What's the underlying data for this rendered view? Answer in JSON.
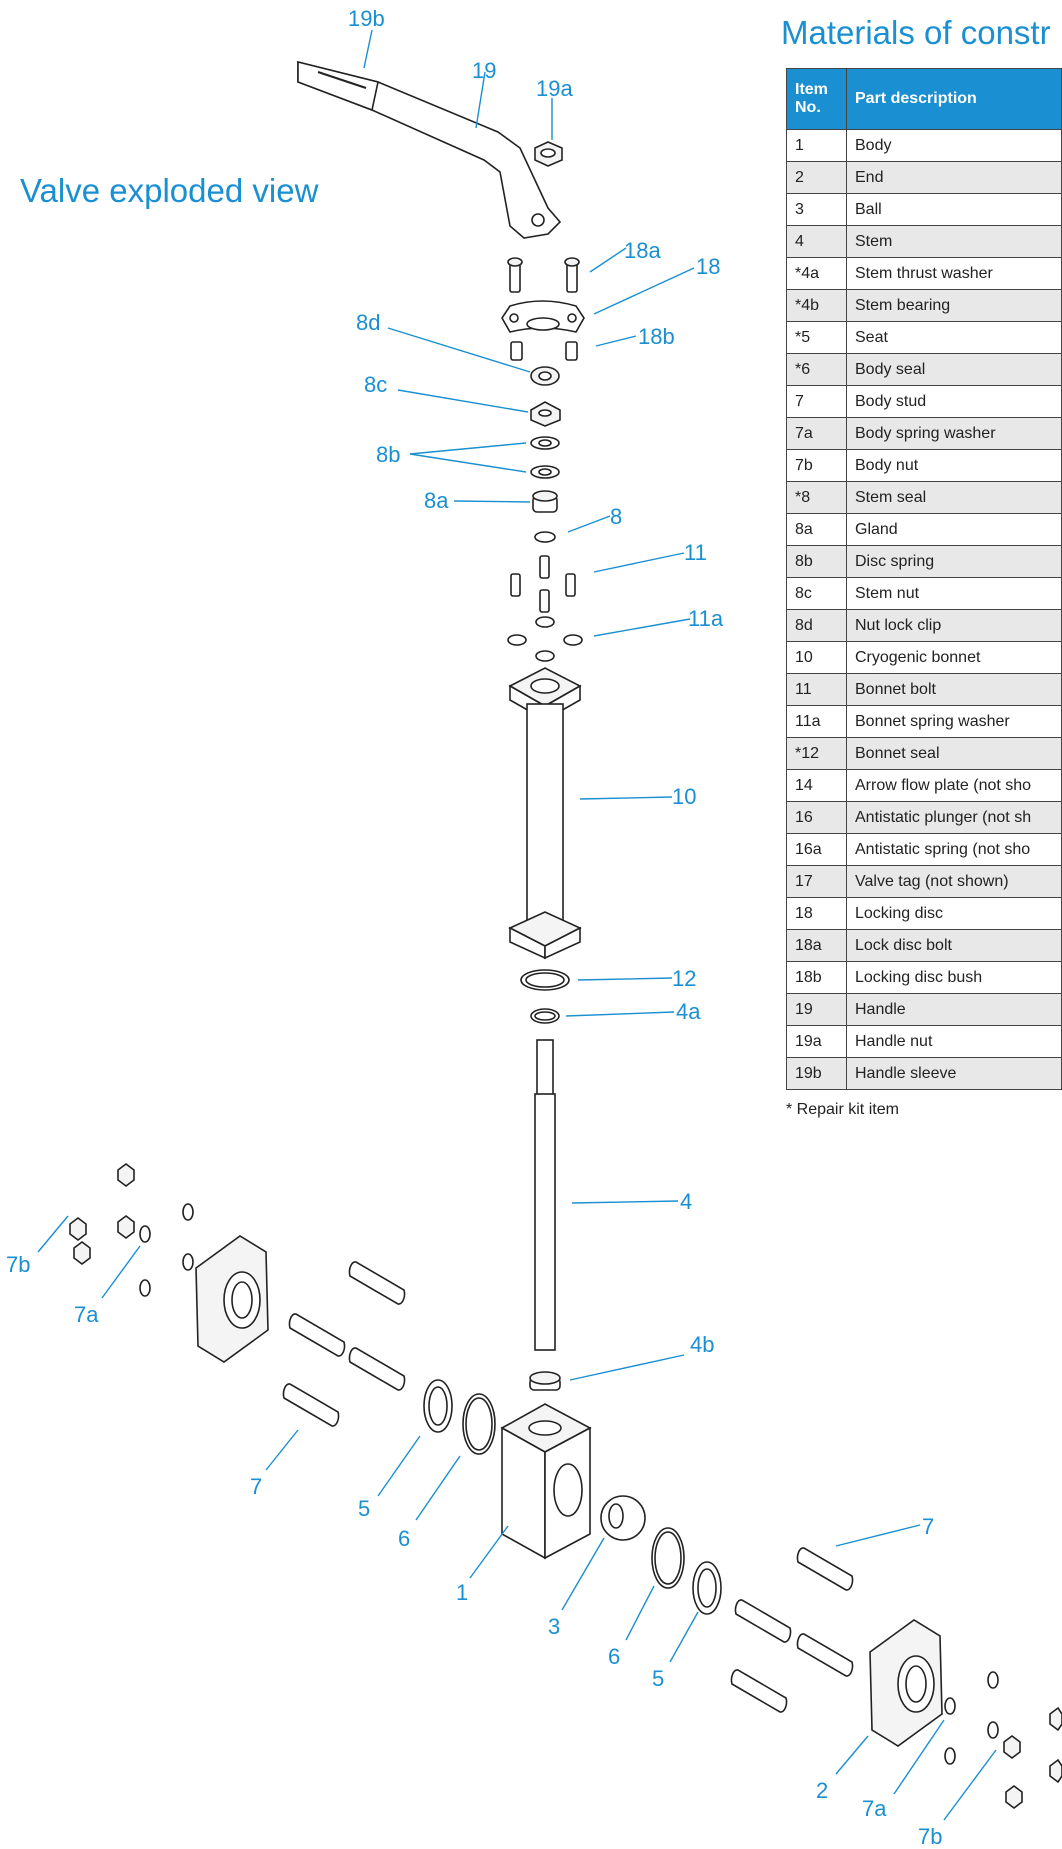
{
  "titles": {
    "diagram": "Valve exploded view",
    "materials": "Materials of constr"
  },
  "table": {
    "headers": {
      "item_no": "Item No.",
      "part_description": "Part description"
    },
    "rows": [
      {
        "no": "1",
        "desc": "Body"
      },
      {
        "no": "2",
        "desc": "End"
      },
      {
        "no": "3",
        "desc": "Ball"
      },
      {
        "no": "4",
        "desc": "Stem"
      },
      {
        "no": "*4a",
        "desc": "Stem thrust washer"
      },
      {
        "no": "*4b",
        "desc": "Stem bearing"
      },
      {
        "no": "*5",
        "desc": "Seat"
      },
      {
        "no": "*6",
        "desc": "Body seal"
      },
      {
        "no": "7",
        "desc": "Body stud"
      },
      {
        "no": "7a",
        "desc": "Body spring washer"
      },
      {
        "no": "7b",
        "desc": "Body nut"
      },
      {
        "no": "*8",
        "desc": "Stem seal"
      },
      {
        "no": "8a",
        "desc": "Gland"
      },
      {
        "no": "8b",
        "desc": "Disc spring"
      },
      {
        "no": "8c",
        "desc": "Stem nut"
      },
      {
        "no": "8d",
        "desc": "Nut lock clip"
      },
      {
        "no": "10",
        "desc": "Cryogenic bonnet"
      },
      {
        "no": "11",
        "desc": "Bonnet bolt"
      },
      {
        "no": "11a",
        "desc": "Bonnet spring washer"
      },
      {
        "no": "*12",
        "desc": "Bonnet seal"
      },
      {
        "no": "14",
        "desc": "Arrow flow plate (not sho"
      },
      {
        "no": "16",
        "desc": "Antistatic plunger (not sh"
      },
      {
        "no": "16a",
        "desc": "Antistatic spring (not sho"
      },
      {
        "no": "17",
        "desc": "Valve tag (not shown)"
      },
      {
        "no": "18",
        "desc": "Locking disc"
      },
      {
        "no": "18a",
        "desc": "Lock disc bolt"
      },
      {
        "no": "18b",
        "desc": "Locking disc bush"
      },
      {
        "no": "19",
        "desc": "Handle"
      },
      {
        "no": "19a",
        "desc": "Handle nut"
      },
      {
        "no": "19b",
        "desc": "Handle sleeve"
      }
    ]
  },
  "footnote": "* Repair kit item",
  "callouts": {
    "c19b": "19b",
    "c19": "19",
    "c19a": "19a",
    "c18a": "18a",
    "c18": "18",
    "c18b": "18b",
    "c8d": "8d",
    "c8c": "8c",
    "c8b": "8b",
    "c8a": "8a",
    "c8": "8",
    "c11": "11",
    "c11a": "11a",
    "c10": "10",
    "c12": "12",
    "c4a": "4a",
    "c4": "4",
    "c4b": "4b",
    "c7b_left": "7b",
    "c7a_left": "7a",
    "c7_left": "7",
    "c5_left": "5",
    "c6_left": "6",
    "c1": "1",
    "c3": "3",
    "c6_right": "6",
    "c5_right": "5",
    "c7_right": "7",
    "c2": "2",
    "c7a_right": "7a",
    "c7b_right": "7b"
  },
  "colors": {
    "accent": "#1a8fd1",
    "line": "#222222",
    "row_alt": "#e8e8e8"
  }
}
